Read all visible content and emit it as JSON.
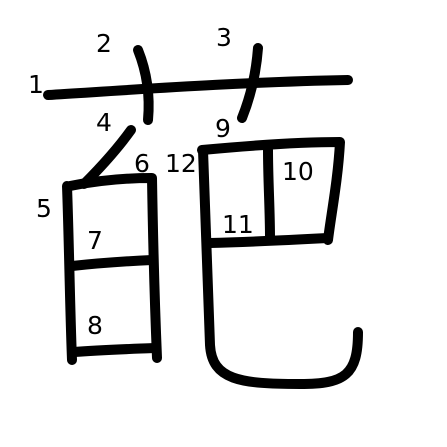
{
  "character": {
    "glyph": "葩",
    "stroke_color": "#000000",
    "background_color": "#ffffff",
    "strokes": [
      {
        "order": 1,
        "label": "1"
      },
      {
        "order": 2,
        "label": "2"
      },
      {
        "order": 3,
        "label": "3"
      },
      {
        "order": 4,
        "label": "4"
      },
      {
        "order": 5,
        "label": "5"
      },
      {
        "order": 6,
        "label": "6"
      },
      {
        "order": 7,
        "label": "7"
      },
      {
        "order": 8,
        "label": "8"
      },
      {
        "order": 9,
        "label": "9"
      },
      {
        "order": 10,
        "label": "10"
      },
      {
        "order": 11,
        "label": "11"
      },
      {
        "order": 12,
        "label": "12"
      }
    ]
  }
}
